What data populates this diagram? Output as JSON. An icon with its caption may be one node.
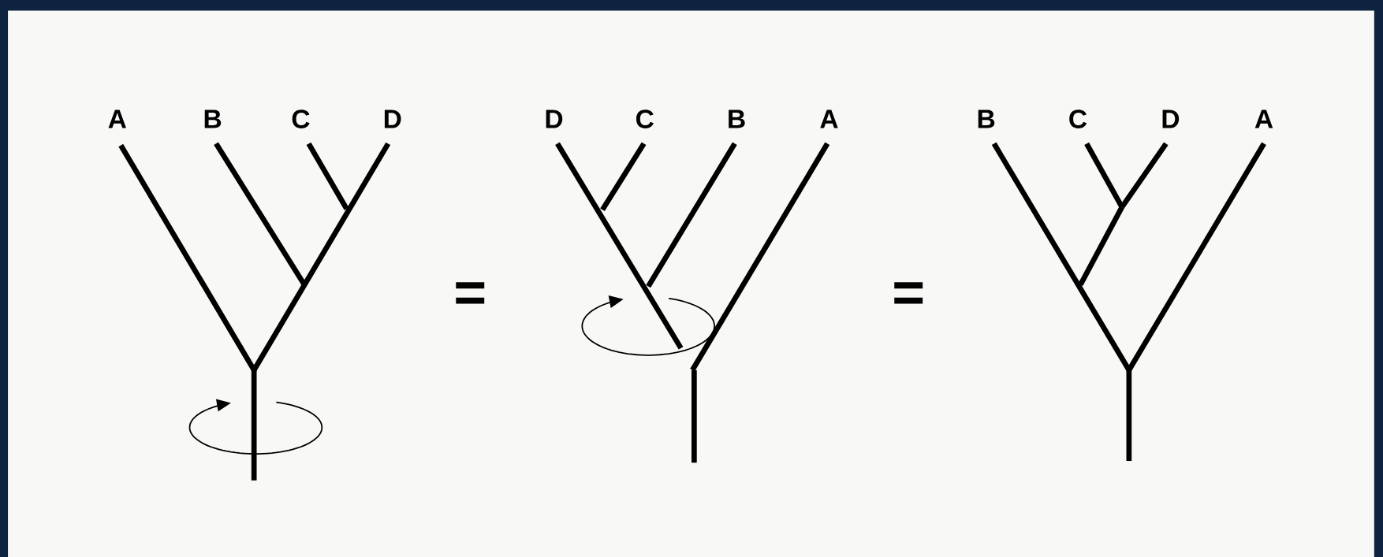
{
  "diagram": {
    "labels": [
      "A",
      "B",
      "C",
      "D",
      "=",
      "D",
      "C",
      "B",
      "A",
      "=",
      "B",
      "C",
      "D",
      "A"
    ]
  }
}
